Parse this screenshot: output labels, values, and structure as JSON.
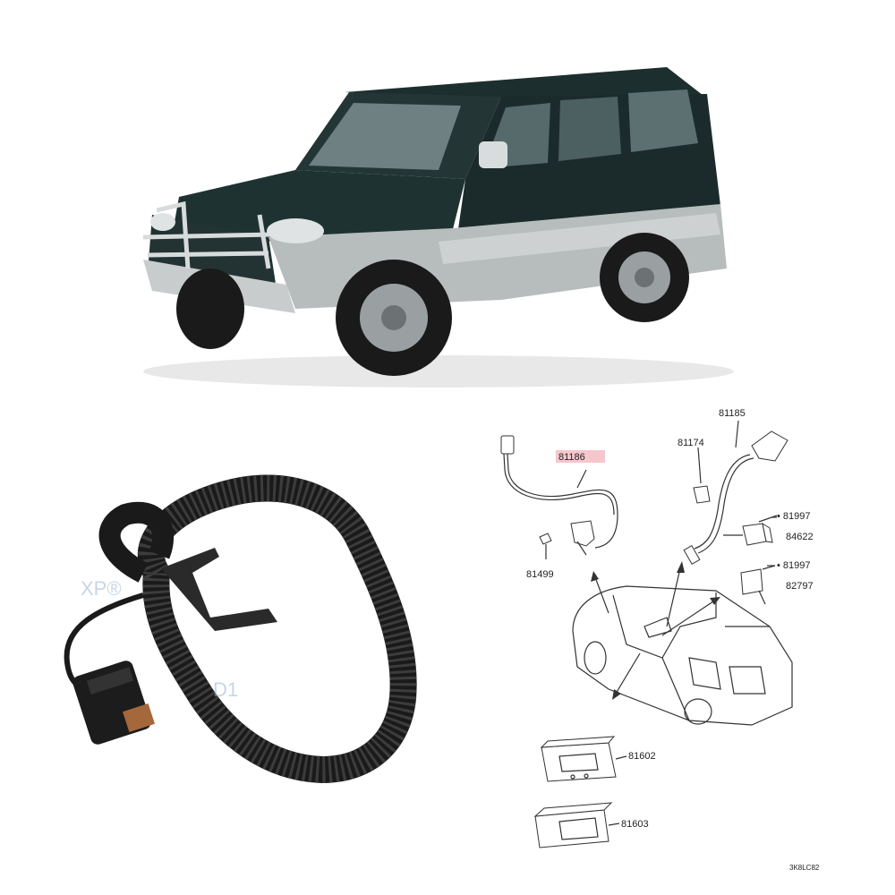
{
  "watermarks": {
    "left": "XP®",
    "right": "D1"
  },
  "diagram": {
    "highlight_color": "#f6c6cc",
    "parts": [
      {
        "id": "p81185",
        "label": "81185"
      },
      {
        "id": "p81174",
        "label": "81174"
      },
      {
        "id": "p81186",
        "label": "81186"
      },
      {
        "id": "p81997a",
        "label": "• 81997"
      },
      {
        "id": "p84622",
        "label": "84622"
      },
      {
        "id": "p81499",
        "label": "81499"
      },
      {
        "id": "p81997b",
        "label": "• 81997"
      },
      {
        "id": "p82797",
        "label": "82797"
      },
      {
        "id": "p81602",
        "label": "81602"
      },
      {
        "id": "p81603",
        "label": "81603"
      }
    ],
    "code": "3K8LC82"
  }
}
